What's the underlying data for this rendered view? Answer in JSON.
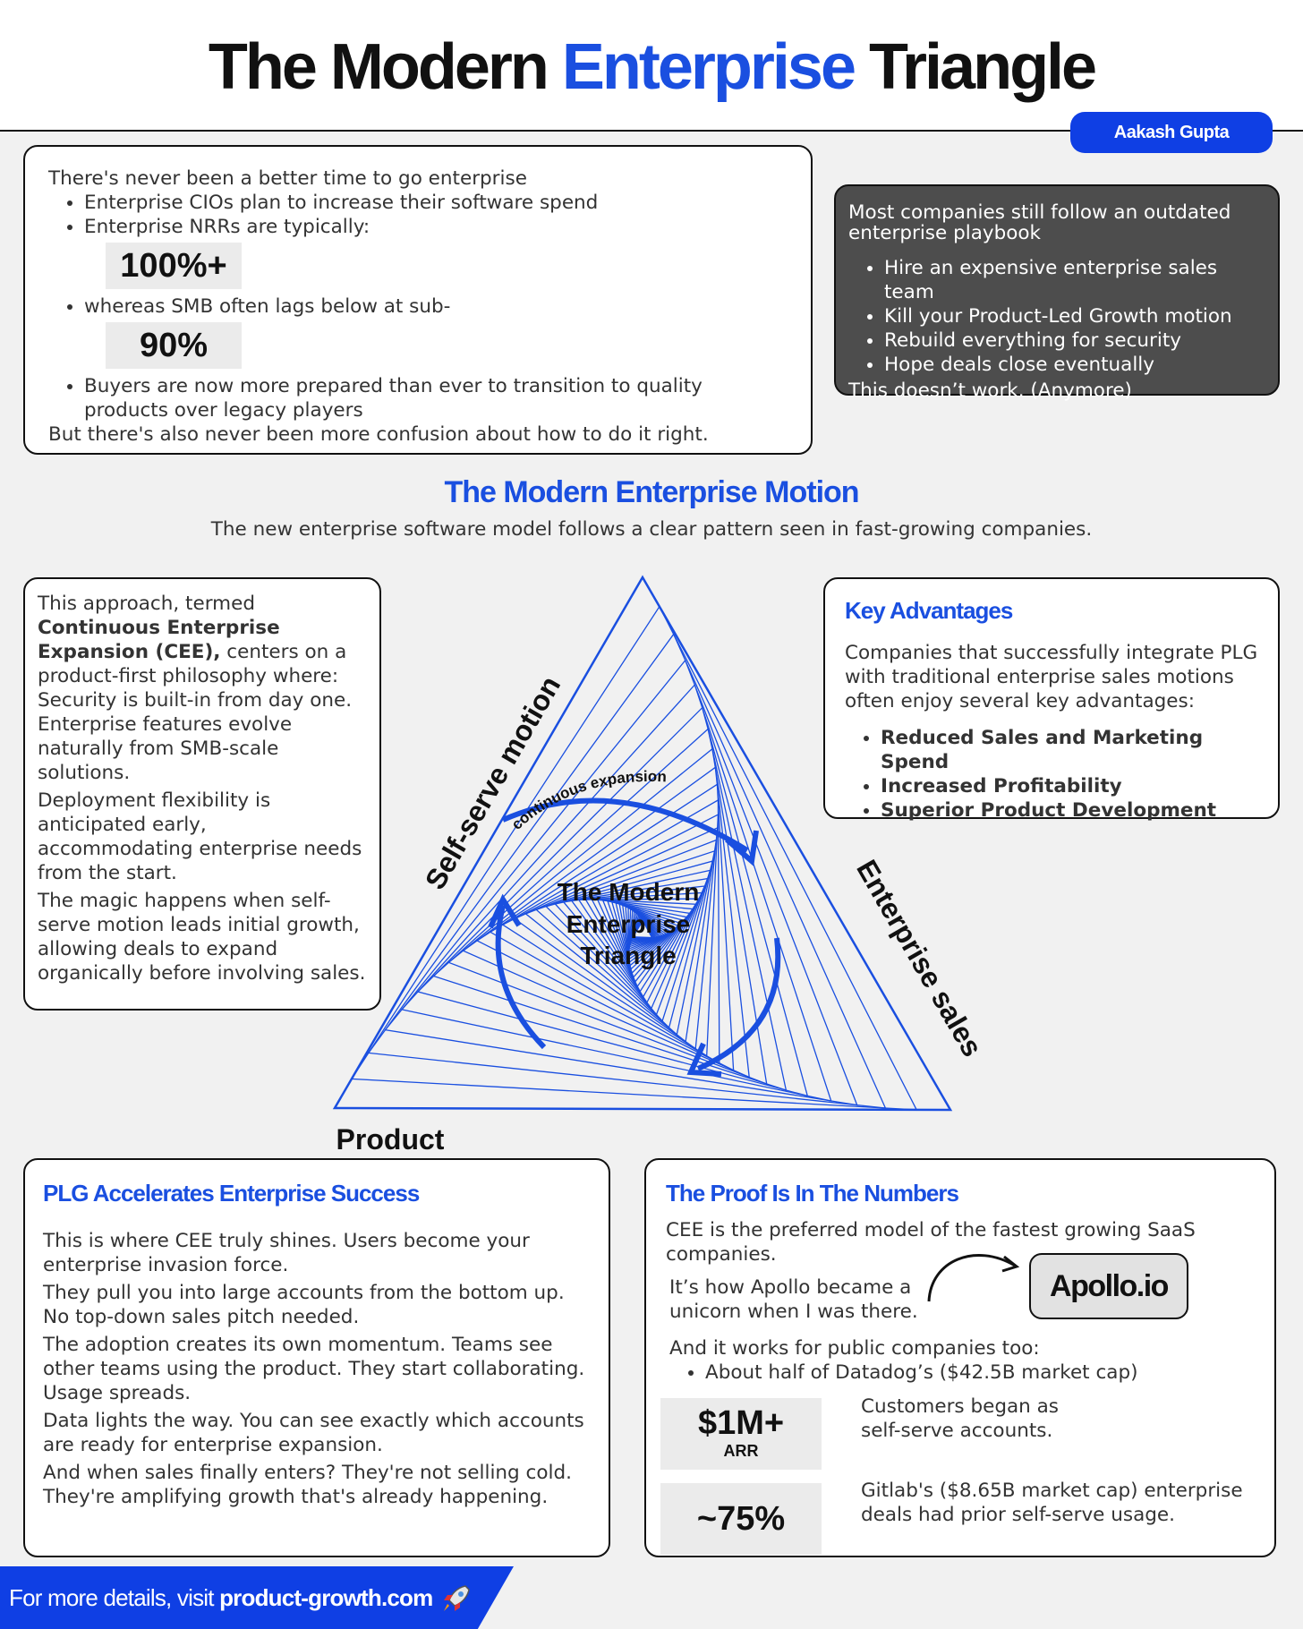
{
  "header": {
    "title_part1": "The Modern ",
    "title_accent": "Enterprise",
    "title_part3": " Triangle",
    "author": "Aakash Gupta"
  },
  "intro": {
    "lead": "There's never been a better time to go enterprise",
    "bullet1": "Enterprise CIOs plan to increase their software spend",
    "bullet2": "Enterprise NRRs are typically:",
    "stat1": "100%+",
    "bullet3": "whereas SMB often lags below at sub-",
    "stat2": "90%",
    "bullet4": "Buyers are now more prepared than ever to transition to quality products over legacy players",
    "closing": "But there's also never been more confusion about how to do it right."
  },
  "playbook": {
    "heading": "Most companies still follow an outdated enterprise playbook",
    "items": [
      "Hire an expensive enterprise sales team",
      "Kill your Product-Led Growth motion",
      "Rebuild everything for security",
      "Hope deals close eventually"
    ],
    "closing": "This doesn’t work. (Anymore)"
  },
  "motion": {
    "title": "The Modern Enterprise Motion",
    "subtitle": "The new enterprise software model follows a clear pattern seen in fast-growing companies."
  },
  "approach": {
    "p1_a": "This approach, termed ",
    "p1_bold": "Continuous Enterprise Expansion (CEE),",
    "p1_b": " centers on a product-first philosophy where: Security is built-in from day one. Enterprise features evolve naturally from SMB-scale solutions.",
    "p2": "Deployment flexibility is anticipated early, accommodating enterprise needs from the start.",
    "p3": "The magic happens when self-serve motion leads initial growth, allowing deals to expand organically before involving sales."
  },
  "triangle": {
    "label_left": "Self-serve motion",
    "label_right": "Enterprise sales",
    "label_bottom": "Product",
    "arc_label": "continuous expansion",
    "center_line1": "The Modern",
    "center_line2": "Enterprise",
    "center_line3": "Triangle",
    "color": "#1a4fe0"
  },
  "advantages": {
    "title": "Key Advantages",
    "body": "Companies that successfully integrate PLG with traditional enterprise sales motions often enjoy several key advantages:",
    "items": [
      "Reduced Sales and Marketing Spend",
      "Increased Profitability",
      "Superior Product Development"
    ]
  },
  "plg": {
    "title": "PLG Accelerates Enterprise Success",
    "p1": "This is where CEE truly shines. Users become your enterprise invasion force.",
    "p2": "They pull you into large accounts from the bottom up. No top-down sales pitch needed.",
    "p3": "The adoption creates its own momentum. Teams see other teams using the product. They start collaborating. Usage spreads.",
    "p4": "Data lights the way. You can see exactly which accounts are ready for enterprise expansion.",
    "p5": "And when sales finally enters? They're not selling cold. They're amplifying growth that's already happening."
  },
  "proof": {
    "title": "The Proof Is In The Numbers",
    "intro": "CEE is the preferred model of the fastest growing SaaS companies.",
    "apollo_text": "It’s how Apollo became a unicorn when I was there.",
    "apollo_logo": "Apollo.io",
    "public_text": "And it works for public companies too:",
    "datadog": "About half of Datadog’s ($42.5B market cap)",
    "stat1_big": "$1M+",
    "stat1_small": "ARR",
    "stat1_desc": "Customers began as self-serve accounts.",
    "stat2_big": "~75%",
    "stat2_desc": "Gitlab's ($8.65B market cap) enterprise deals had prior self-serve usage."
  },
  "footer": {
    "prefix": "For more details, visit ",
    "site": "product-growth.com"
  },
  "colors": {
    "accent": "#1a4fe0",
    "badge": "#0f3fe4",
    "dark_panel": "#4d4d4d"
  }
}
